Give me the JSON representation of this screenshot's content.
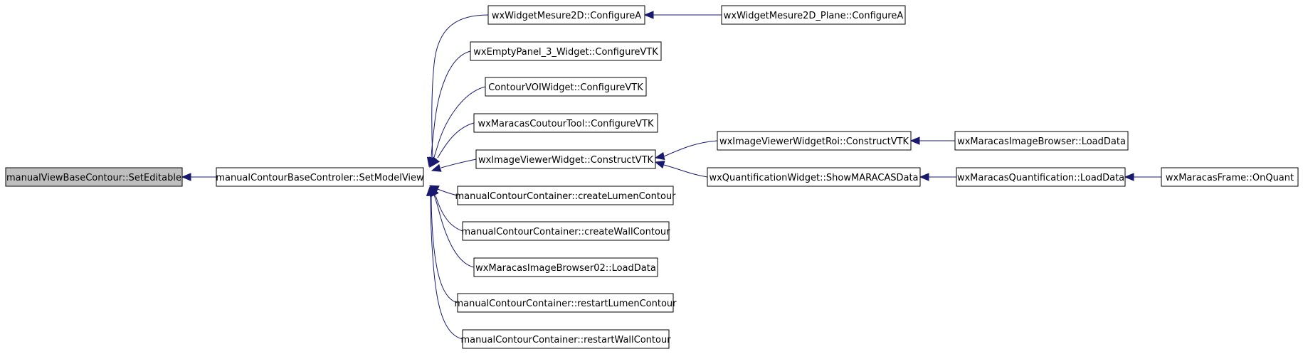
{
  "graph": {
    "nodes": {
      "n0": "manualViewBaseContour::SetEditable",
      "n1": "manualContourBaseControler::SetModelView",
      "n2": "wxWidgetMesure2D::ConfigureA",
      "n3": "wxWidgetMesure2D_Plane::ConfigureA",
      "n4": "wxEmptyPanel_3_Widget::ConfigureVTK",
      "n5": "ContourVOIWidget::ConfigureVTK",
      "n6": "wxMaracasCoutourTool::ConfigureVTK",
      "n7": "wxImageViewerWidget::ConstructVTK",
      "n8": "wxImageViewerWidgetRoi::ConstructVTK",
      "n9": "wxMaracasImageBrowser::LoadData",
      "n10": "wxQuantificationWidget::ShowMARACASData",
      "n11": "wxMaracasQuantification::LoadData",
      "n12": "wxMaracasFrame::OnQuant",
      "n13": "manualContourContainer::createLumenContour",
      "n14": "manualContourContainer::createWallContour",
      "n15": "wxMaracasImageBrowser02::LoadData",
      "n16": "manualContourContainer::restartLumenContour",
      "n17": "manualContourContainer::restartWallContour"
    },
    "edges": [
      {
        "from": "n1",
        "to": "n0"
      },
      {
        "from": "n2",
        "to": "n1"
      },
      {
        "from": "n3",
        "to": "n2"
      },
      {
        "from": "n4",
        "to": "n1"
      },
      {
        "from": "n5",
        "to": "n1"
      },
      {
        "from": "n6",
        "to": "n1"
      },
      {
        "from": "n7",
        "to": "n1"
      },
      {
        "from": "n8",
        "to": "n7"
      },
      {
        "from": "n9",
        "to": "n8"
      },
      {
        "from": "n10",
        "to": "n7"
      },
      {
        "from": "n11",
        "to": "n10"
      },
      {
        "from": "n12",
        "to": "n11"
      },
      {
        "from": "n13",
        "to": "n1"
      },
      {
        "from": "n14",
        "to": "n1"
      },
      {
        "from": "n15",
        "to": "n1"
      },
      {
        "from": "n16",
        "to": "n1"
      },
      {
        "from": "n17",
        "to": "n1"
      }
    ],
    "colors": {
      "edge": "#191970",
      "root_fill": "#bfbfbf",
      "node_fill": "#ffffff",
      "node_border": "#000000"
    }
  }
}
